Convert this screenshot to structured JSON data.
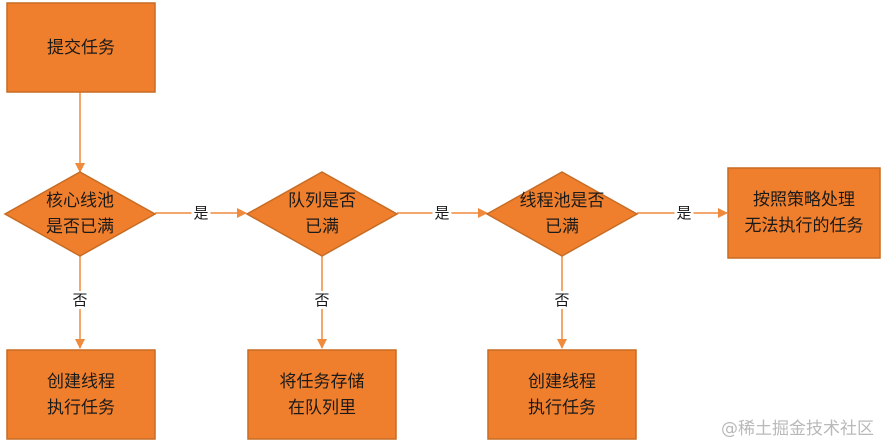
{
  "nodes": {
    "submit": {
      "lines": [
        "提交任务"
      ]
    },
    "core_full": {
      "lines": [
        "核心线池",
        "是否已满"
      ]
    },
    "queue_full": {
      "lines": [
        "队列是否",
        "已满"
      ]
    },
    "pool_full": {
      "lines": [
        "线程池是否",
        "已满"
      ]
    },
    "reject": {
      "lines": [
        "按照策略处理",
        "无法执行的任务"
      ]
    },
    "create_core": {
      "lines": [
        "创建线程",
        "执行任务"
      ]
    },
    "enqueue": {
      "lines": [
        "将任务存储",
        "在队列里"
      ]
    },
    "create_nonecore": {
      "lines": [
        "创建线程",
        "执行任务"
      ]
    }
  },
  "edges": {
    "yes": "是",
    "no": "否"
  },
  "watermark": "@稀土掘金技术社区",
  "colors": {
    "fill": "#F07F2D",
    "stroke": "#C76C24",
    "line": "#F08A3C"
  }
}
